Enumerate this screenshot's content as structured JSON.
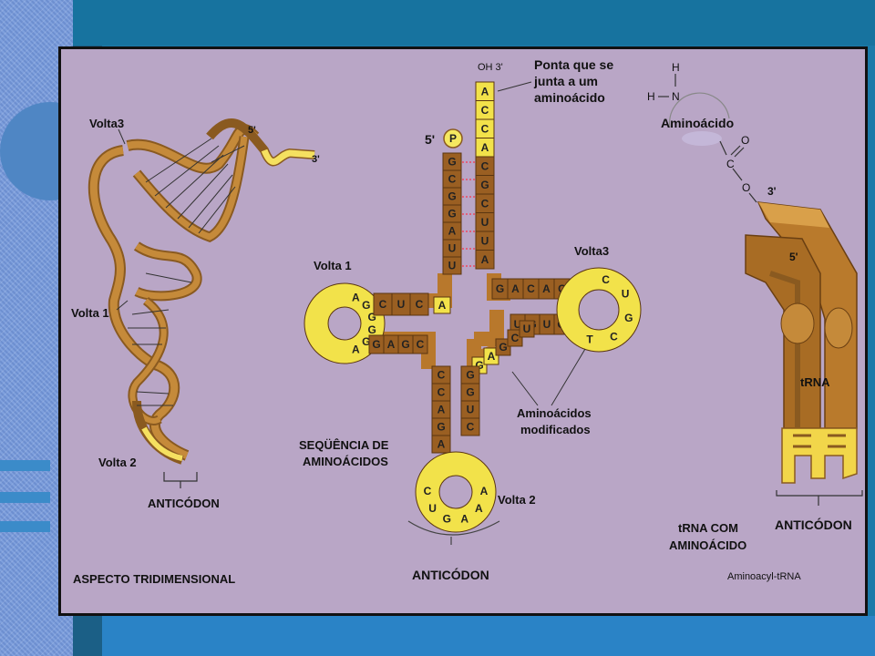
{
  "labels": {
    "volta3_left": "Volta3",
    "five_prime_left": "5'",
    "three_prime_left": "3'",
    "volta1_left": "Volta 1",
    "volta2_left": "Volta 2",
    "anticodon_left": "ANTICÓDON",
    "aspecto": "ASPECTO TRIDIMENSIONAL",
    "oh3": "OH 3'",
    "ponta_1": "Ponta que se",
    "ponta_2": "junta a um",
    "ponta_3": "aminoácido",
    "five_prime_center": "5'",
    "phosphate": "P",
    "volta1_center": "Volta 1",
    "volta3_center": "Volta3",
    "seq_1": "SEQÜÊNCIA DE",
    "seq_2": "AMINOÁCIDOS",
    "mod_1": "Aminoácidos",
    "mod_2": "modificados",
    "volta2_center": "Volta 2",
    "anticodon_center": "ANTICÓDON",
    "h_top": "H",
    "h_left": "H",
    "n_atom": "N",
    "aminoacido": "Aminoácido",
    "c_atom": "C",
    "o_double": "O",
    "o_ester": "O",
    "three_prime_right": "3'",
    "five_prime_right": "5'",
    "trna": "tRNA",
    "trna_com_1": "tRNA COM",
    "trna_com_2": "AMINOÁCIDO",
    "anticodon_right": "ANTICÓDON",
    "aminoacyl": "Aminoacyl-tRNA"
  },
  "acceptor_3prime": [
    "A",
    "C",
    "C",
    "A",
    "C",
    "G",
    "C",
    "U",
    "U",
    "A"
  ],
  "acceptor_5prime": [
    "G",
    "C",
    "G",
    "G",
    "A",
    "U",
    "U"
  ],
  "d_stem_top": [
    "C",
    "U",
    "C"
  ],
  "d_stem_bottom": [
    "G",
    "A",
    "G",
    "C"
  ],
  "d_loop": [
    "A",
    "G",
    "G",
    "G",
    "G",
    "A"
  ],
  "t_stem_top": [
    "G",
    "A",
    "C",
    "A",
    "C"
  ],
  "t_stem_bottom": [
    "U",
    "G",
    "U",
    "G"
  ],
  "t_loop": [
    "C",
    "U",
    "G",
    "C",
    "T"
  ],
  "anticodon_left_stem": [
    "C",
    "C",
    "A",
    "G",
    "A"
  ],
  "anticodon_right_stem": [
    "G",
    "G",
    "U",
    "C"
  ],
  "anticodon_loop": [
    "C",
    "U",
    "G",
    "A",
    "A",
    "A"
  ],
  "variable_loop": [
    "G",
    "A",
    "G",
    "C",
    "U"
  ],
  "a_label": "A",
  "colors": {
    "stem": "#9a5f22",
    "loop": "#f2e24a",
    "background": "#b9a6c6",
    "backbone": "#b8782c"
  }
}
